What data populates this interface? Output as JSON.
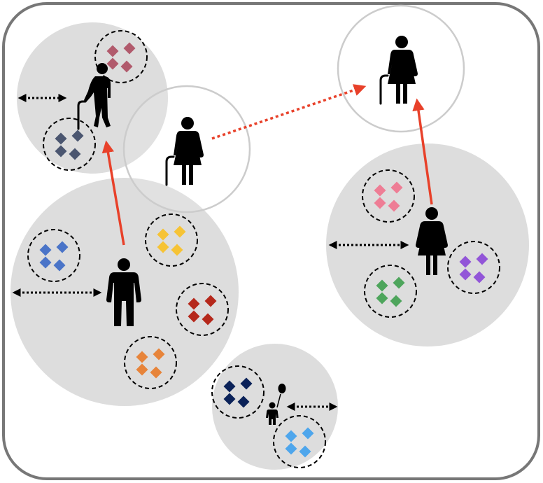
{
  "colors": {
    "frame": "#777777",
    "bubble_fill": "#dddddd",
    "ring_stroke": "#cccccc",
    "arrow_red": "#e8412a",
    "dotted_red": "#e8412a",
    "figure": "#000000",
    "cluster_border": "#000000"
  },
  "clusters": [
    {
      "id": "old-man-top",
      "color": "#b15a6c"
    },
    {
      "id": "old-man-bottom",
      "color": "#4b5670"
    },
    {
      "id": "adult-man-blue",
      "color": "#4a74c8"
    },
    {
      "id": "adult-man-yellow",
      "color": "#f6c335"
    },
    {
      "id": "adult-man-red",
      "color": "#b5281b"
    },
    {
      "id": "adult-man-orange",
      "color": "#e7843a"
    },
    {
      "id": "adult-woman-pink",
      "color": "#ee7d95"
    },
    {
      "id": "adult-woman-green",
      "color": "#4ea55c"
    },
    {
      "id": "adult-woman-purple",
      "color": "#9255d8"
    },
    {
      "id": "child-navy",
      "color": "#0b2259"
    },
    {
      "id": "child-lightblue",
      "color": "#4ea6ec"
    }
  ],
  "figures": [
    {
      "id": "old-man",
      "kind": "elderly-man-with-cane-icon"
    },
    {
      "id": "old-woman-mid",
      "kind": "elderly-woman-with-cane-icon"
    },
    {
      "id": "old-woman-top",
      "kind": "elderly-woman-with-cane-icon"
    },
    {
      "id": "adult-man",
      "kind": "man-icon"
    },
    {
      "id": "adult-woman",
      "kind": "woman-icon"
    },
    {
      "id": "child",
      "kind": "child-with-balloon-icon"
    }
  ]
}
